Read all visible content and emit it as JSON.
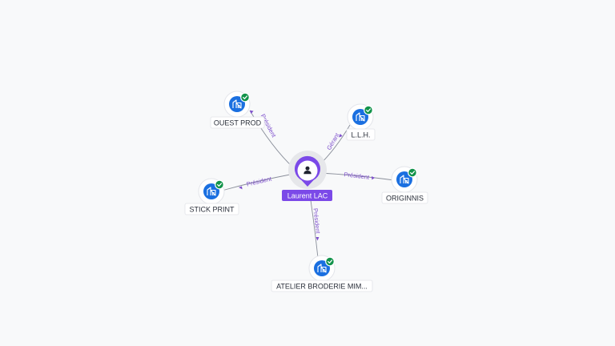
{
  "graph": {
    "center": {
      "name": "Laurent LAC",
      "icon": "person-icon"
    },
    "companies": [
      {
        "id": "ouest-prod",
        "name": "OUEST PROD",
        "icon": "building-icon",
        "verified_icon": "check-badge-icon"
      },
      {
        "id": "llh",
        "name": "L.L.H.",
        "icon": "building-icon",
        "verified_icon": "check-badge-icon"
      },
      {
        "id": "originnis",
        "name": "ORIGINNIS",
        "icon": "building-icon",
        "verified_icon": "check-badge-icon"
      },
      {
        "id": "stick-print",
        "name": "STICK PRINT",
        "icon": "building-icon",
        "verified_icon": "check-badge-icon"
      },
      {
        "id": "atelier",
        "name": "ATELIER BRODERIE MIM...",
        "icon": "building-icon",
        "verified_icon": "check-badge-icon"
      }
    ],
    "relations": [
      {
        "to": "ouest-prod",
        "label": "Président"
      },
      {
        "to": "llh",
        "label": "Gérant"
      },
      {
        "to": "originnis",
        "label": "Président"
      },
      {
        "to": "stick-print",
        "label": "Président"
      },
      {
        "to": "atelier",
        "label": "Président"
      }
    ]
  },
  "colors": {
    "person_accent": "#7b49e8",
    "company_node": "#1a6fe0",
    "verified": "#12934a",
    "relation_label": "#7c4dcc"
  }
}
